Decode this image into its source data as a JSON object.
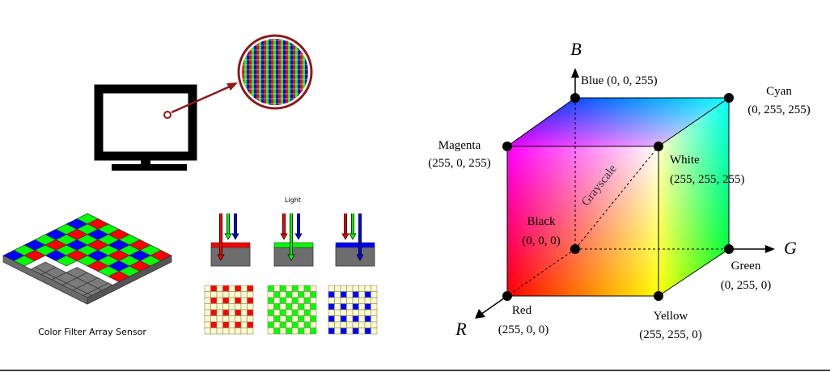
{
  "left_panel": {
    "light_label": "Light",
    "sensor_caption": "Color Filter Array Sensor"
  },
  "cube": {
    "axes": {
      "b": "B",
      "g": "G",
      "r": "R"
    },
    "diagonal_label": "Grayscale",
    "vertices": {
      "blue": {
        "name": "Blue",
        "value": "(0, 0, 255)",
        "name_value": "Blue (0, 0, 255)"
      },
      "cyan": {
        "name": "Cyan",
        "value": "(0, 255, 255)"
      },
      "magenta": {
        "name": "Magenta",
        "value": "(255, 0, 255)"
      },
      "white": {
        "name": "White",
        "value": "(255, 255, 255)"
      },
      "black": {
        "name": "Black",
        "value": "(0, 0, 0)"
      },
      "green": {
        "name": "Green",
        "value": "(0, 255, 0)"
      },
      "red": {
        "name": "Red",
        "value": "(255, 0, 0)"
      },
      "yellow": {
        "name": "Yellow",
        "value": "(255, 255, 0)"
      }
    }
  },
  "colors": {
    "red": "#ff0000",
    "green": "#00ff00",
    "blue": "#0000ff",
    "cyan": "#00ffff",
    "magenta": "#ff00ff",
    "yellow": "#ffff00",
    "white": "#ffffff",
    "black": "#000000",
    "arrow_red": "#8b1a1a",
    "cell_bg": "#fffacd",
    "sensor_gray": "#808080"
  },
  "icons": [
    "monitor-icon",
    "magnifier-lens-icon"
  ]
}
